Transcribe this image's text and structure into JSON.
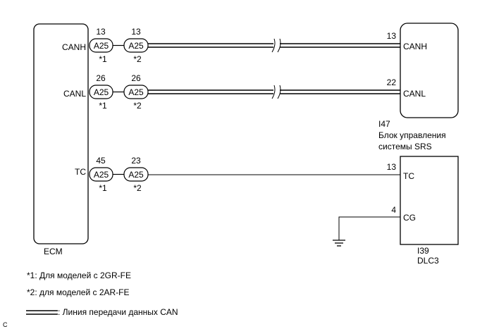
{
  "ecm": {
    "label": "ECM",
    "pins": {
      "canh": {
        "name": "CANH"
      },
      "canl": {
        "name": "CANL"
      },
      "tc": {
        "name": "TC"
      }
    }
  },
  "connectors": {
    "canh": {
      "pin1": "13",
      "pin2": "13",
      "code1": "A25",
      "code2": "A25",
      "note1": "*1",
      "note2": "*2"
    },
    "canl": {
      "pin1": "26",
      "pin2": "26",
      "code1": "A25",
      "code2": "A25",
      "note1": "*1",
      "note2": "*2"
    },
    "tc": {
      "pin1": "45",
      "pin2": "23",
      "code1": "A25",
      "code2": "A25",
      "note1": "*1",
      "note2": "*2"
    }
  },
  "srs": {
    "id": "I47",
    "title_line1": "Блок управления",
    "title_line2": "системы SRS",
    "canh": {
      "pin": "13",
      "name": "CANH"
    },
    "canl": {
      "pin": "22",
      "name": "CANL"
    }
  },
  "dlc3": {
    "id": "I39",
    "name": "DLC3",
    "tc": {
      "pin": "13",
      "name": "TC"
    },
    "cg": {
      "pin": "4",
      "name": "CG"
    }
  },
  "legend": {
    "note1": "*1: Для моделей с 2GR-FE",
    "note2": "*2: для моделей с 2AR-FE",
    "can_line": ": Линия передачи данных CAN"
  },
  "corner_code": "C"
}
